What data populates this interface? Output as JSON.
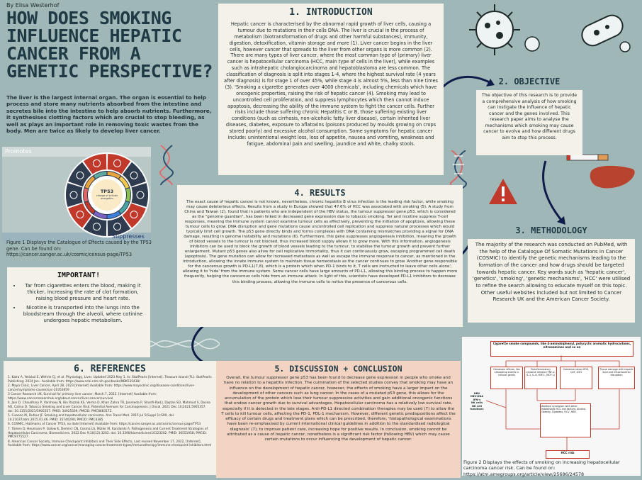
{
  "author": "By Elisa Westerhof",
  "title": "How does smoking influence hepatic cancer from a genetic perspective?",
  "intro_paragraph": "The liver is the largest internal organ. The organ is essential  to help process and store many nutrients absorbed from the intestine and secretes bile into the intestine to help absorb nutrients. Furthermore, it synthesises clotting factors which are crucial to stop bleeding, as well as plays an important role in removing toxic wastes from the body. Men are twice as likely to develop liver cancer.",
  "figure1": {
    "promotes_label": "Promotes",
    "suppresses_label": "Suppresses",
    "center_label": "TP53",
    "center_sublabel": "change of cellular energetics",
    "caption": "Figure 1 Displays the Catalogue of Effects caused by the TP53 gene. Can be found on: https://cancer.sanger.ac.uk/cosmic/census-page/TP53"
  },
  "important": {
    "heading": "IMPORTANT!",
    "items": [
      "Tar from cigarettes enters the blood, making it thicker, increasing the rate of clot formation, raising blood pressure and heart rate.",
      "Nicotine is transported into the lungs into the bloodstream through the alveoli, where cotinine undergoes hepatic metabolism."
    ]
  },
  "introduction": {
    "heading": "1. INTRODUCTION",
    "body": "Hepatic cancer is characterised by the abnormal rapid growth of liver cells, causing a tumour due to mutations in their cells DNA. The liver is crucial in the process of metabolism (biotransformation of drugs and other harmful substances), immunity, digestion, detoxification, vitamin storage and more (1). Liver cancer begins in the liver cells, however cancer that spreads to the liver from other organs is more common (2). There are many types of liver cancer, where the most common type of (primary) liver cancer is hepatocellular carcinoma (HCC, main type of cells in the liver), while examples such as intrahepatic cholangiocarcinoma and hepatoblastoma are less common. The classification of diagnosis is split into stages 1-4, where the highest survival rate (4 years after diagnosis) is for stage 1 of over 45%, while stage 4 is almost 5%, less than nine times (3). 'Smoking a cigarette generates over 4000 chemicals', including chemicals which have oncogenic properties, raising the risk of hepatic cancer (4). Smoking may lead to uncontrolled cell proliferation, and suppress lymphocytes which then cannot induce apoptosis, decreasing the ability of the immune system to fight the cancer cells. Further risks include those suffering chronic Hepatitis C or B, those suffering existing liver conditions (such as cirrhosis, non-alcoholic fatty liver disease), certain inherited liver diseases, diabetes, exposure to aflatoxins (poisons produced by moulds growing on crops stored poorly) and excessive alcohol consumption. Some symptoms for hepatic cancer include: unintentional weight loss, loss of appetite, nausea and vomiting, weakness and fatigue, abdominal pain and swelling, jaundice and white, chalky stools."
  },
  "objective": {
    "heading": "2. OBJECTIVE",
    "body": "The objective of this research is to provide a comprehensive analysis of how smoking can instigate the influence of hepatic cancer and the genes involved. This research paper aims to analyse the mechanisms which smoking may cause cancer to evolve and how different drugs aim to stop this process."
  },
  "results": {
    "heading": "4. RESULTS",
    "body": "The exact cause of hepatic cancer is not known, nevertheless, chronic hepatitis B virus infection is the leading risk factor, while smoking may cause deleterious effects. Results from a study in Europe showed that 47.6% of HCC was associated with smoking (5). A study from China and Taiwan (2), found that in patients who are independent of the HBV status, the tumour suppressor gene p53, which is considered as the \"genome guardian\", has been linked in decreased gene expression due to tobacco smoking. Tar and nicotine suppress T-cell responses, meaning the immune system cannot examine tumour cells as effectively, preventing the initiation of apoptosis, allowing these tumour cells to grow. DNA disruption and gene mutations cause uncontrolled cell replication and suppress natural processes which would typically limit cell growth. The p53 gene directly binds and forms complexes with DNA containing mismatches providing a signal for DNA damage, resulting in genome instability and mutations (6). Furthermore, this gene suppresses angiogenesis inhibition, meaning the growth of blood vessels to the tumour is not blocked, thus increased blood supply allows it to grow more. With this information, angiogenesis inhibitors can be used to block the growth of blood vessels leading to the tumour, to stabilise the tumour growth and prevent further enlargement. Mutant p53 genes also allow for cell replicative immortality, thus it can continuously grow, escaping programmed cell death (apoptosis). The gene mutation can allow for increased metastasis as well as escape the immune response to cancer, as mentioned in the introduction, allowing the innate immune system to maintain tissue homeostasis as the cancer continues to grow.  Another gene responsible for the cancerous growth is PD-L1(7,8), which is a protein which when PD-1 binds to it, T cells are instructed to leave other cells alone', allowing it to 'hide' from the immune system. Some cancer cells have large amounts of PD-L1, allowing this binding process to happen more frequently, helping the cancerous cells hide from an immune attack. In light of this, scientists have developed PD-L1 inhibitors to decrease this binding process, allowing the immune cells to notice the presence of cancerous cells."
  },
  "methodology": {
    "heading": "3. METHODOLOGY",
    "body": "The majority of the research was conducted on PubMed, with the help of the Catalogue Of Somatic Mutations In Cancer (COSMIC) to identify the genetic mechanisms leading to the formation of the cancer and how drugs should be targeted towards hepatic cancer. Key words such as 'hepatic cancer', 'genetics', 'smoking', 'genetic mechanisms', 'HCC' were utilised to refine the search allowing to educate myself on this topic. Other useful websites included but not limited to Cancer Research UK and the American Cancer Society."
  },
  "discussion": {
    "heading": "5. DISCUSSION + CONCLUSION",
    "body": "Overall, the tumour suppressor gene p53 has been found to decrease gene expression in people who smoke and have no relation to a hepatitis infection. The culmination of the selected studies convey that smoking may have an influence on the development of hepatic cancer, however, the effects of smoking have a larger impact on the development of other cancers such as lung cancer. In the cases of a mutated p53 gene, this allows for the accumulation of the protein which lose their tumour suppressive activities and gain additional oncogenic functions that endow cancer growth due to survival advantages. Hepatocellular carcinoma has a relatively low survival rate, especially if it is detected in the late stages. Anti-PD-L1 directed combination therapies may be used (7) to allow the T cells to kill tumour cells, affecting the PD-1, PDL-1 mechanism. However, different genetic predispositions affect the efficacy of certain drugs and treatment plans which can be prescribed, therefore, 'histopathological examinations have been re-emphasised by current international clinical guidelines in addition to the standardised radiological diagnosis' (7), to improve patient care, increasing hope for positive results. In conclusion, smoking cannot be attributed as a cause of hepatic cancer, nonetheless is a significant risk factor (following HBV) which may cause certain mutations to occur influencing the development of hepatic cancer."
  },
  "references": {
    "heading": "6. REFERENCES",
    "items": [
      "1. Kalra A, Yetiskul E, Wehrle CJ, et al. Physiology, Liver. Updated 2023 May 1. In: StatPearls [Internet]. Treasure Island (FL): StatPearls Publishing; 2024 Jan-. Available from: https://www.ncbi.nlm.nih.gov/books/NBK535438/",
      "2. Mayo Clinic, Liver Cancer, April 28, 2023 [Internet] Available from: https://www.mayoclinic.org/diseases-conditions/liver-cancer/symptoms-causes/syc-20353659",
      "3 Cancer Research UK, Survival for primary liver cancer, March 7, 2022. [Internet] Available from: https://www.cancerresearchuk.org/about-cancer/liver-cancer/survival",
      "4. Jain D, Chaudhary P, Varshney N, Bin Razzak KS, Verma D, Khan Zahra TR, Janmeda P, Sharifi-Rad J, Daştan SD, Mahmud S, Docea AO, Calina D. Tobacco Smoking and Liver Cancer Risk: Potential Avenues for Carcinogenesis. J Oncol. 2021 Dec 10;2021:5905357. doi: 10.1155/2021/5905357. PMID: 34925509; PMCID: PMC8683172.",
      "5. Cuanno M, Dufour JF. Smoking and hepatocellular carcinoma. Ann Transl Med. 2015 Jul 5(Suppl 1):S99. doi: 10.21037/atm.2015.01.46. PMID: 35740290; PMCID: PMC4385",
      "6. COSMIC, Hallmarks of Cancer TP53, no date [Internet] Available from: https://cancer.sanger.ac.uk/cosmic/census-page/TP53",
      "7. Tümen D, Heumann P, Gülow K, Demirci CN, Cosma LS, Müller M, Kandulski A. Pathogenesis and Current Treatment Strategies of Hepatocellular Carcinoma. Biomedicines. 2022 Dec 9;10(12):3202. doi: 10.3390/biomedicines10123202. PMID: 36551958; PMCID: PMC9775527.",
      "8. American Cancer Society, Immune Checkpoint Inhibitors and Their Side Effects, Last revised November 17, 2022, [Internet], Available from: https://www.cancer.org/cancer/managing-cancer/treatment-types/immunotherapy/immune-checkpoint-inhibitors.html"
    ]
  },
  "figure2": {
    "header": "Cigarette smoke compounds, like 4-aminobiphenyl, polycyclic aromatic hydrocarbons, nitrosamines and so on",
    "boxes": [
      "Genotoxic effects, like nitrosating events in cellular genes",
      "Proinflammatory cytokine release (TNF-α, IL-1, IL-6, MIP-1, MCP-1)",
      "Oxidative stress ROS, CAT, GSH",
      "Tissue damage with hepatic lipid and mitochondrial disruption"
    ],
    "side_labels": [
      "HBV",
      "HBV-DNA",
      "IFN-γ",
      "NK cells",
      "NK cell functions"
    ],
    "synergism": "Additive synergism with other established HCC risk factors: Alcohol, Obesity, Diabetes, HCV, HBV",
    "outcome": "HCC risk",
    "caption": "Figure 2 Displays the effects of smoking on increasing hepatocellular carcinoma cancer risk. Can be found on: https://atm.amegroups.org/article/view/25686/24578"
  },
  "colors": {
    "background": "#9fb8b7",
    "heading": "#1f3a45",
    "panel": "#f4f1e8",
    "discussion_panel": "#f3d3c2",
    "arrow": "#0e1c4a"
  }
}
